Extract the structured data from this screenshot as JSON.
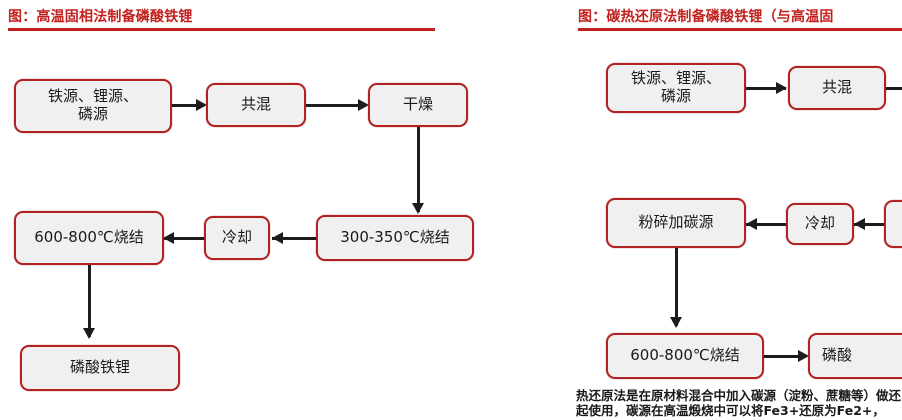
{
  "colors": {
    "title_red": "#c2201d",
    "node_border": "#b22222",
    "node_fill": "#f0f0f0",
    "arrow": "#1c1c1c",
    "background": "#ffffff"
  },
  "left_panel": {
    "title": "图：高温固相法制备磷酸铁锂",
    "nodes": {
      "raw_materials": "铁源、锂源、\n磷源",
      "mixing": "共混",
      "drying": "干燥",
      "sinter_low": "300-350℃烧结",
      "cooling": "冷却",
      "sinter_high": "600-800℃烧结",
      "product": "磷酸铁锂"
    }
  },
  "right_panel": {
    "title": "图：碳热还原法制备磷酸铁锂（与高温固",
    "nodes": {
      "raw_materials": "铁源、锂源、\n磷源",
      "mixing": "共混",
      "offscreen_right_top": "",
      "crush_add_carbon": "粉碎加碳源",
      "cooling": "冷却",
      "offscreen_right_mid": "",
      "sinter_high": "600-800℃烧结",
      "product": "磷酸"
    },
    "caption_lines": [
      "热还原法是在原材料混合中加入碳源（淀粉、蔗糖等）做还",
      "起使用，碳源在高温煅烧中可以将Fe3+还原为Fe2+，"
    ]
  }
}
